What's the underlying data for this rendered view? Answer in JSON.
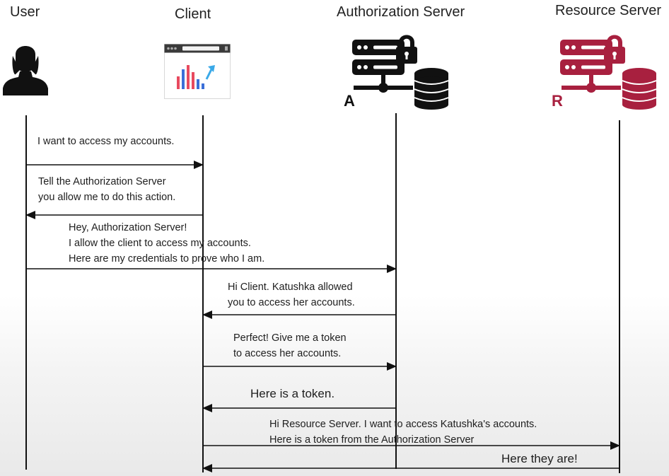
{
  "actors": {
    "user": "User",
    "client": "Client",
    "auth_server": "Authorization Server",
    "resource_server": "Resource Server"
  },
  "icons": {
    "user": "person-silhouette-icon",
    "client": "browser-chart-icon",
    "auth_server": "server-lock-database-icon",
    "resource_server": "server-lock-database-icon"
  },
  "badges": {
    "auth_server": "A",
    "resource_server": "R"
  },
  "colors": {
    "auth_server": "#111111",
    "resource_server": "#a8203f",
    "arrow": "#111111"
  },
  "messages": [
    {
      "from": "user",
      "to": "client",
      "lines": [
        "I want to access my accounts."
      ]
    },
    {
      "from": "client",
      "to": "user",
      "lines": [
        "Tell the Authorization Server",
        "you allow me to do this action."
      ]
    },
    {
      "from": "user",
      "to": "auth_server",
      "lines": [
        "Hey, Authorization Server!",
        "I allow the client to access my accounts.",
        "Here are my credentials to prove who I am."
      ]
    },
    {
      "from": "auth_server",
      "to": "client",
      "lines": [
        "Hi Client. Katushka allowed",
        "you to access her accounts."
      ]
    },
    {
      "from": "client",
      "to": "auth_server",
      "lines": [
        "Perfect! Give me a token",
        "to access her accounts."
      ]
    },
    {
      "from": "auth_server",
      "to": "client",
      "lines": [
        "Here is a token."
      ]
    },
    {
      "from": "client",
      "to": "resource_server",
      "lines": [
        "Hi Resource Server. I want to access Katushka's accounts.",
        "Here is a token from the Authorization Server"
      ]
    },
    {
      "from": "resource_server",
      "to": "client",
      "lines": [
        "Here they are!"
      ]
    }
  ]
}
